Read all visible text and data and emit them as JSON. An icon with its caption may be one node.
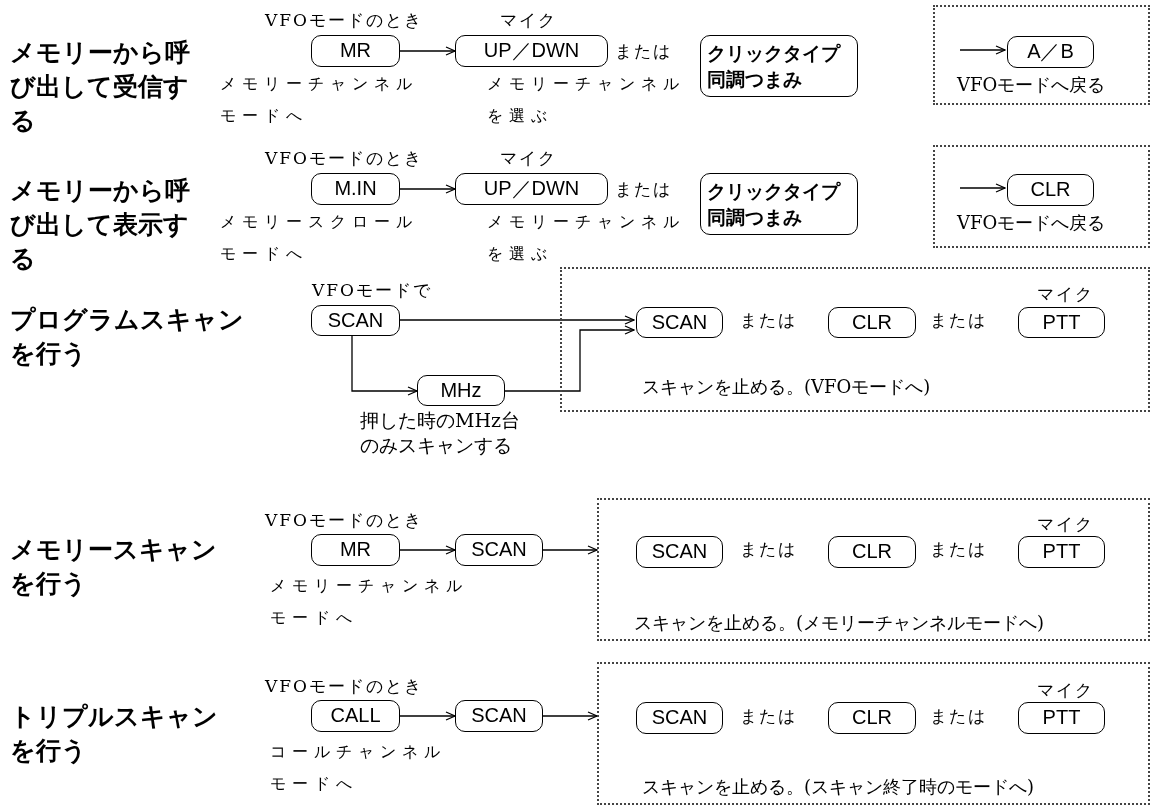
{
  "diagram": {
    "nodes": [
      {
        "text": [
          "MR"
        ],
        "beside": [
          "VFOモードのとき",
          "メモリーチャンネルモードへ"
        ]
      },
      {
        "text": [
          "UP／DWN"
        ],
        "beside": [
          "マイク",
          "メモリーチャンネルを選ぶ"
        ]
      },
      {
        "text": [
          "クリックタイプ同調つまみ"
        ]
      },
      {
        "text": [
          "VFOモードへ戻る"
        ]
      },
      {
        "text": [
          "A／B"
        ],
        "in": 3
      },
      {
        "text": [
          "M.IN"
        ],
        "beside": [
          "VFOモードのとき",
          "メモリースクロールモードへ"
        ]
      },
      {
        "text": [
          "UP／DWN"
        ],
        "beside": [
          "マイク",
          "メモリーチャンネルを選ぶ"
        ]
      },
      {
        "text": [
          "クリックタイプ同調つまみ"
        ]
      },
      {
        "text": [
          "VFOモードへ戻る"
        ]
      },
      {
        "text": [
          "CLR"
        ],
        "in": 8
      },
      {
        "text": [
          "SCAN"
        ],
        "beside": [
          "VFOモードで"
        ]
      },
      {
        "text": [
          "MHz"
        ],
        "beside": [
          "押した時のMHz台のみスキャンする"
        ]
      },
      {
        "text": [
          "スキャンを止める。(VFOモードへ)"
        ]
      },
      {
        "text": [
          "SCAN"
        ],
        "in": 12
      },
      {
        "text": [
          "CLR"
        ],
        "in": 12
      },
      {
        "text": [
          "PTT"
        ],
        "in": 12,
        "beside": [
          "マイク"
        ]
      },
      {
        "text": [
          "MR"
        ],
        "beside": [
          "VFOモードのとき",
          "メモリーチャンネルモードへ"
        ]
      },
      {
        "text": [
          "SCAN"
        ]
      },
      {
        "text": [
          "スキャンを止める。(メモリーチャンネルモードへ)"
        ]
      },
      {
        "text": [
          "SCAN"
        ],
        "in": 18
      },
      {
        "text": [
          "CLR"
        ],
        "in": 18
      },
      {
        "text": [
          "PTT"
        ],
        "in": 18,
        "beside": [
          "マイク"
        ]
      },
      {
        "text": [
          "CALL"
        ],
        "beside": [
          "VFOモードのとき",
          "コールチャンネルモードへ"
        ]
      },
      {
        "text": [
          "SCAN"
        ]
      },
      {
        "text": [
          "スキャンを止める。(スキャン終了時のモードへ)"
        ]
      },
      {
        "text": [
          "SCAN"
        ],
        "in": 24
      },
      {
        "text": [
          "CLR"
        ],
        "in": 24
      },
      {
        "text": [
          "PTT"
        ],
        "in": 24,
        "beside": [
          "マイク"
        ]
      }
    ],
    "edges": [
      {
        "from": 0,
        "to": 1,
        "arrow": "to"
      },
      {
        "from": null,
        "to": 4,
        "arrow": "to"
      },
      {
        "from": 5,
        "to": 6,
        "arrow": "to"
      },
      {
        "from": null,
        "to": 9,
        "arrow": "to"
      },
      {
        "from": 10,
        "to": 13,
        "arrow": "to"
      },
      {
        "from": 10,
        "to": 11,
        "arrow": "to"
      },
      {
        "from": 11,
        "to": 13,
        "arrow": "to"
      },
      {
        "from": 16,
        "to": 17,
        "arrow": "to"
      },
      {
        "from": 17,
        "to": 18,
        "arrow": "to"
      },
      {
        "from": 22,
        "to": 23,
        "arrow": "to"
      },
      {
        "from": 23,
        "to": 24,
        "arrow": "to"
      }
    ],
    "labels": [
      "メモリーから呼び出して受信する",
      "または",
      "メモリーから呼び出して表示する",
      "または",
      "プログラムスキャンを行う",
      "または",
      "または",
      "メモリースキャンを行う",
      "または",
      "または",
      "トリプルスキャンを行う",
      "または",
      "または"
    ]
  }
}
